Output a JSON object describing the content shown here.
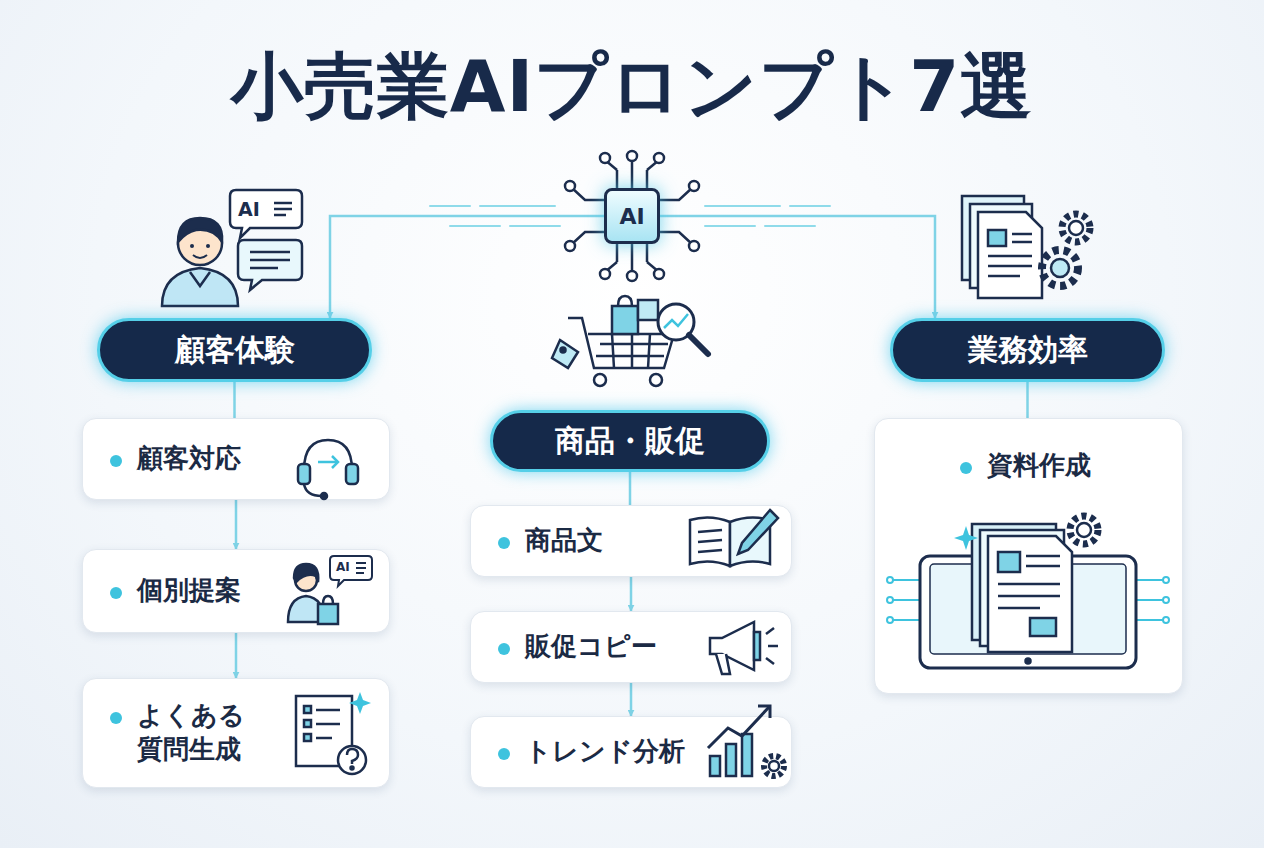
{
  "diagram": {
    "title": "小売業AIプロンプト7選",
    "nodes": [
      {
        "text": [
          "AI"
        ]
      },
      {
        "text": [
          "顧客体験"
        ]
      },
      {
        "text": [
          "商品・販促"
        ]
      },
      {
        "text": [
          "業務効率"
        ]
      },
      {
        "text": [
          "顧客対応"
        ]
      },
      {
        "text": [
          "個別提案"
        ]
      },
      {
        "text": [
          "よくある 質問生成"
        ]
      },
      {
        "text": [
          "商品文"
        ]
      },
      {
        "text": [
          "販促コピー"
        ]
      },
      {
        "text": [
          "トレンド分析"
        ]
      },
      {
        "text": [
          "資料作成"
        ]
      }
    ],
    "edges": [
      {
        "from": 0,
        "to": 1,
        "arrow": "to"
      },
      {
        "from": 0,
        "to": 3,
        "arrow": "to"
      },
      {
        "from": 1,
        "to": 4,
        "arrow": "none"
      },
      {
        "from": 4,
        "to": 5,
        "arrow": "to"
      },
      {
        "from": 5,
        "to": 6,
        "arrow": "to"
      },
      {
        "from": 2,
        "to": 7,
        "arrow": "none"
      },
      {
        "from": 7,
        "to": 8,
        "arrow": "to"
      },
      {
        "from": 8,
        "to": 9,
        "arrow": "to"
      },
      {
        "from": 3,
        "to": 10,
        "arrow": "none"
      }
    ],
    "labels": [
      "AI",
      "AI"
    ]
  }
}
